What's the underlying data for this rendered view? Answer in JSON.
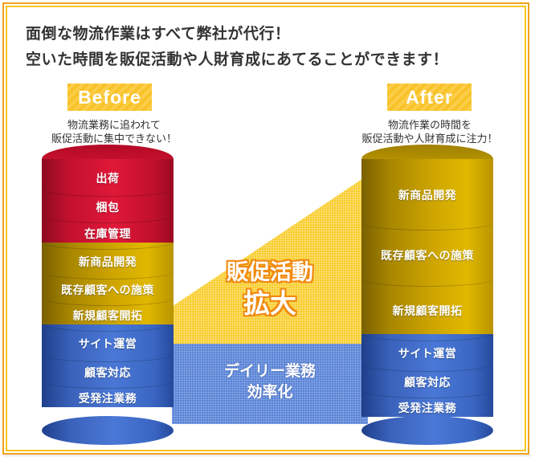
{
  "headline": {
    "line1": "面倒な物流作業はすべて弊社が代行！",
    "line2": "空いた時間を販促活動や人財育成にあてることができます！"
  },
  "before": {
    "tag": "Before",
    "caption_line1": "物流業務に追われて",
    "caption_line2": "販促活動に集中できない！",
    "red_items": [
      "出荷",
      "梱包",
      "在庫管理"
    ],
    "gold_items": [
      "新商品開発",
      "既存顧客への施策",
      "新規顧客開拓"
    ],
    "blue_items": [
      "サイト運営",
      "顧客対応",
      "受発注業務"
    ]
  },
  "after": {
    "tag": "After",
    "caption_line1": "物流作業の時間を",
    "caption_line2": "販促活動や人財育成に注力！",
    "gold_items": [
      "新商品開発",
      "既存顧客への施策",
      "新規顧客開拓"
    ],
    "blue_items": [
      "サイト運営",
      "顧客対応",
      "受発注業務"
    ]
  },
  "middle": {
    "expand_line1": "販促活動",
    "expand_line2": "拡大",
    "efficiency_line1": "デイリー業務",
    "efficiency_line2": "効率化"
  },
  "colors": {
    "frame_outer": "#f2a31b",
    "frame_inner": "#f7c51e",
    "tag_bg": "#f9c229",
    "red": "#d41535",
    "gold": "#cfa600",
    "blue": "#4a78d6",
    "expand_area": "#f8cc2a",
    "efficiency_area": "#5883d7",
    "expand_text_outline": "#f08a10"
  }
}
